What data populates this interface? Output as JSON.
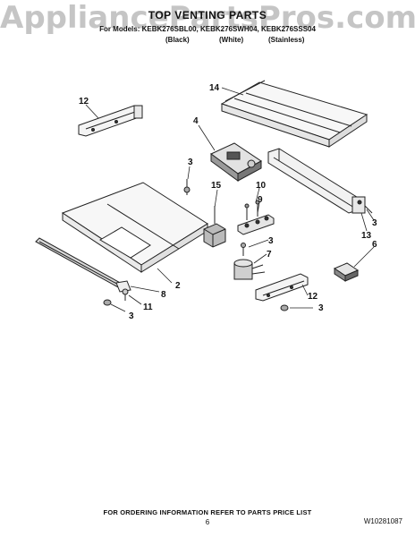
{
  "watermark": "AppliancePartsPros.com",
  "header": {
    "title": "TOP VENTING PARTS",
    "models": "For Models: KEBK276SBL00, KEBK276SWH04, KEBK276SSS04",
    "variants": [
      "(Black)",
      "(White)",
      "(Stainless)"
    ]
  },
  "callouts": [
    {
      "id": "c12a",
      "label": "12"
    },
    {
      "id": "c14",
      "label": "14"
    },
    {
      "id": "c4",
      "label": "4"
    },
    {
      "id": "c3a",
      "label": "3"
    },
    {
      "id": "c15",
      "label": "15"
    },
    {
      "id": "c10",
      "label": "10"
    },
    {
      "id": "c9",
      "label": "9"
    },
    {
      "id": "c3b",
      "label": "3"
    },
    {
      "id": "c13",
      "label": "13"
    },
    {
      "id": "c3c",
      "label": "3"
    },
    {
      "id": "c6",
      "label": "6"
    },
    {
      "id": "c7",
      "label": "7"
    },
    {
      "id": "c2",
      "label": "2"
    },
    {
      "id": "c8",
      "label": "8"
    },
    {
      "id": "c11",
      "label": "11"
    },
    {
      "id": "c3d",
      "label": "3"
    },
    {
      "id": "c12b",
      "label": "12"
    },
    {
      "id": "c3e",
      "label": "3"
    }
  ],
  "footer": {
    "ordering": "FOR ORDERING INFORMATION REFER TO PARTS PRICE LIST",
    "page": "6",
    "doc": "W10281087"
  }
}
